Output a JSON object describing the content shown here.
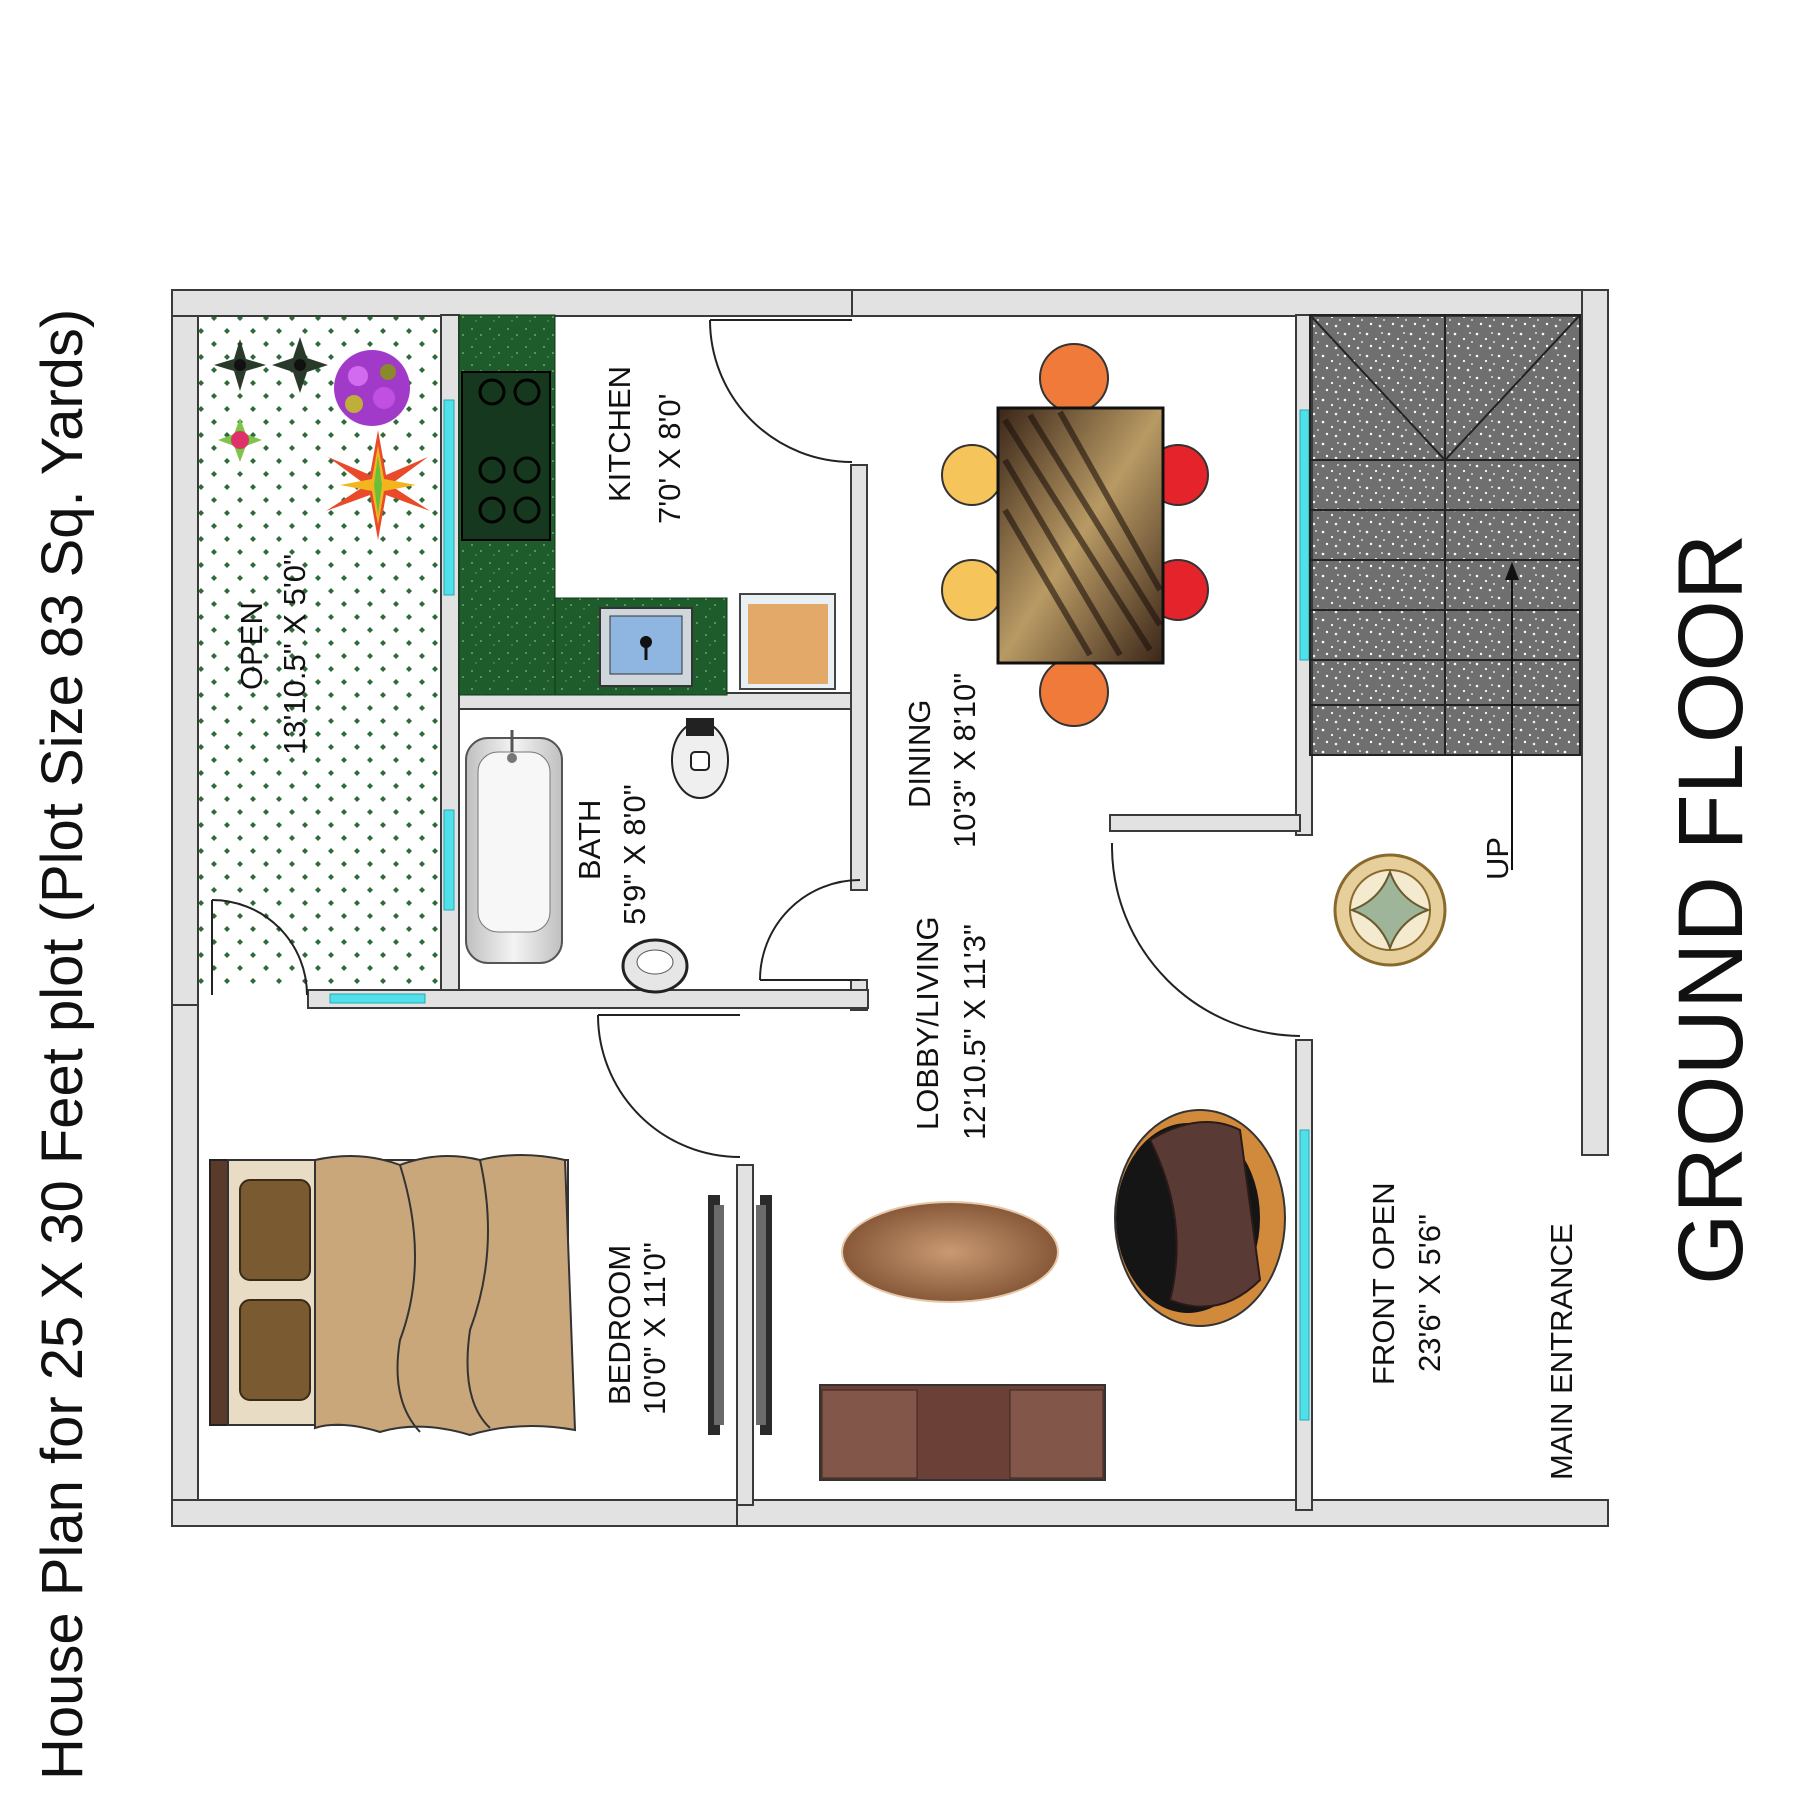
{
  "title": "House Plan for 25 X 30 Feet plot (Plot Size 83 Sq. Yards)",
  "floor_label": "GROUND FLOOR",
  "rooms": {
    "open": {
      "name": "OPEN",
      "size": "13'10.5\" X 5'0\""
    },
    "kitchen": {
      "name": "KITCHEN",
      "size": "7'0' X 8'0'"
    },
    "bath": {
      "name": "BATH",
      "size": "5'9\" X 8'0\""
    },
    "dining": {
      "name": "DINING",
      "size": "10'3\" X 8'10\""
    },
    "lobby": {
      "name": "LOBBY/LIVING",
      "size": "12'10.5\" X 11'3\""
    },
    "bedroom": {
      "name": "BEDROOM",
      "size": "10'0\" X 11'0\""
    },
    "front": {
      "name": "FRONT OPEN",
      "size": "23'6\" X 5'6\""
    }
  },
  "stair_label": "UP",
  "entrance_label": "MAIN ENTRANCE",
  "colors": {
    "wall": "#e2e2e2",
    "glass": "#4fe0ea",
    "counter": "#1f5c2b",
    "stairs": "#6f6f6f",
    "garden_dots": "#2f6b3a"
  }
}
